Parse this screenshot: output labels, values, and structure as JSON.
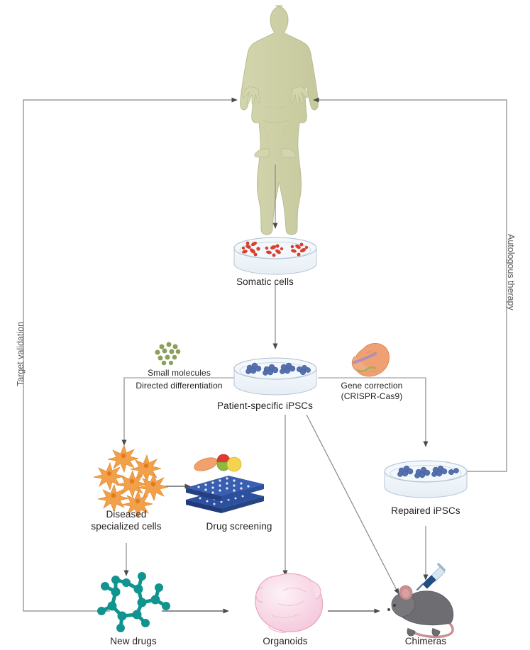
{
  "figure": {
    "type": "scientific-workflow-diagram",
    "topic": "Patient-specific iPSC workflow"
  },
  "nodes": {
    "patient": {
      "label": "",
      "icon": "human-body-silhouette",
      "color": "#cfd1a8"
    },
    "somatic": {
      "label": "Somatic cells",
      "icon": "petri-dish-red-cells",
      "color": "#d8402f"
    },
    "ipsc": {
      "label": "Patient-specific iPSCs",
      "icon": "petri-dish-blue-colonies",
      "color": "#4a6bb0"
    },
    "small_molecules": {
      "label": "Small molecules",
      "icon": "green-dots-cluster",
      "color": "#8aa05a"
    },
    "directed_diff": {
      "label": "Directed differentiation"
    },
    "gene_correction_l1": {
      "label": "Gene correction",
      "icon": "crispr-cas9-protein",
      "color": "#efa173"
    },
    "gene_correction_l2": {
      "label": "(CRISPR-Cas9)"
    },
    "diseased_l1": {
      "label": "Diseased",
      "icon": "orange-star-cells",
      "color": "#f09a3e"
    },
    "diseased_l2": {
      "label": "specialized cells"
    },
    "drug_screening": {
      "label": "Drug screening",
      "icon": "microplate-and-pills",
      "color": "#2c4f9e"
    },
    "repaired": {
      "label": "Repaired iPSCs",
      "icon": "petri-dish-blue-colonies",
      "color": "#4a6bb0"
    },
    "new_drugs": {
      "label": "New drugs",
      "icon": "molecule-structure",
      "color": "#0f9490"
    },
    "organoids": {
      "label": "Organoids",
      "icon": "pink-organoid-blob",
      "color": "#f3cddd"
    },
    "chimeras": {
      "label": "Chimeras",
      "icon": "mouse-with-syringe",
      "color": "#6e6e72"
    }
  },
  "side_labels": {
    "left": "Target validation",
    "right": "Autologous therapy"
  },
  "palette": {
    "arrow": "#58595b",
    "body": "#cfd1a8",
    "dish_rim": "#b9c7d6",
    "red_cells": "#d8402f",
    "blue_cells": "#5470ad",
    "green_dots": "#8aa05a",
    "crispr": "#efa173",
    "orange_cells": "#f2a04a",
    "plate_blue": "#2c4f9e",
    "teal": "#0f9490",
    "pink": "#f6d6e3",
    "mouse": "#6e6e72"
  }
}
